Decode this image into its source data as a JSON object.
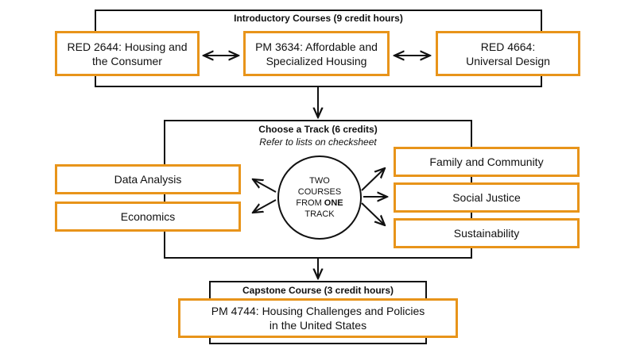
{
  "intro": {
    "title": "Introductory Courses (9 credit hours)",
    "courses": [
      {
        "line1": "RED 2644: Housing and",
        "line2": "the Consumer"
      },
      {
        "line1": "PM 3634: Affordable and",
        "line2": "Specialized Housing"
      },
      {
        "line1": "RED 4664:",
        "line2": "Universal Design"
      }
    ]
  },
  "track": {
    "title": "Choose a Track (6 credits)",
    "subtitle": "Refer to lists on checksheet",
    "left_tracks": [
      "Data Analysis",
      "Economics"
    ],
    "right_tracks": [
      "Family and Community",
      "Social Justice",
      "Sustainability"
    ],
    "center": {
      "line1": "TWO",
      "line2": "COURSES",
      "line3_pre": "FROM ",
      "line3_bold": "ONE",
      "line4": "TRACK"
    }
  },
  "capstone": {
    "title": "Capstone Course (3 credit hours)",
    "course": {
      "line1": "PM 4744: Housing Challenges and Policies",
      "line2": "in the United States"
    }
  },
  "colors": {
    "accent": "#e8941a",
    "stroke": "#111111"
  }
}
